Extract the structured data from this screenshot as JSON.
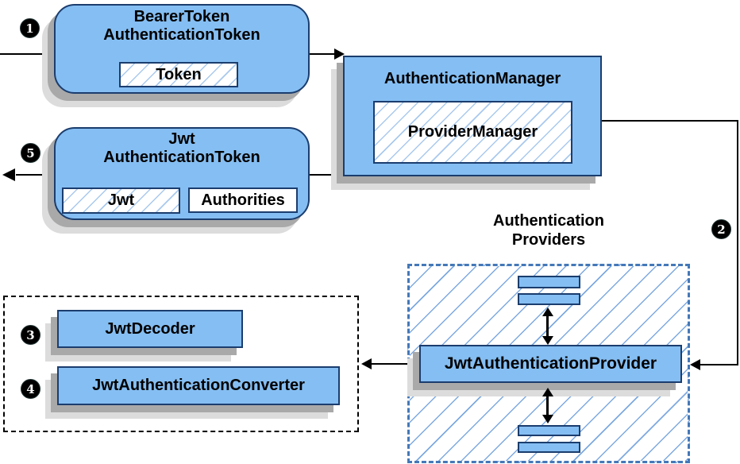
{
  "colors": {
    "node_fill": "#85bef2",
    "node_border": "#1b3d6e",
    "chip_bg": "#ffffff",
    "hatch_small": "#a9c9ee",
    "hatch_large": "#7da9e0",
    "group_border_blue": "#4478b8",
    "shadow_dark": "#a9a9a9",
    "shadow_light": "#dcdcdc",
    "line": "#000000",
    "marker_bg": "#000000",
    "marker_fg": "#ffffff"
  },
  "nodes": {
    "bearer_token": {
      "title_line1": "BearerToken",
      "title_line2": "AuthenticationToken",
      "chip": "Token"
    },
    "authentication_manager": {
      "title": "AuthenticationManager",
      "chip": "ProviderManager"
    },
    "jwt_authentication_token": {
      "title_line1": "Jwt",
      "title_line2": "AuthenticationToken",
      "chip_jwt": "Jwt",
      "chip_authorities": "Authorities"
    },
    "jwt_authentication_provider": {
      "label": "JwtAuthenticationProvider"
    },
    "jwt_decoder": {
      "label": "JwtDecoder"
    },
    "jwt_authentication_converter": {
      "label": "JwtAuthenticationConverter"
    }
  },
  "labels": {
    "providers_group_line1": "Authentication",
    "providers_group_line2": "Providers"
  },
  "markers": {
    "step1": "1",
    "step2": "2",
    "step3": "3",
    "step4": "4",
    "step5": "5"
  }
}
